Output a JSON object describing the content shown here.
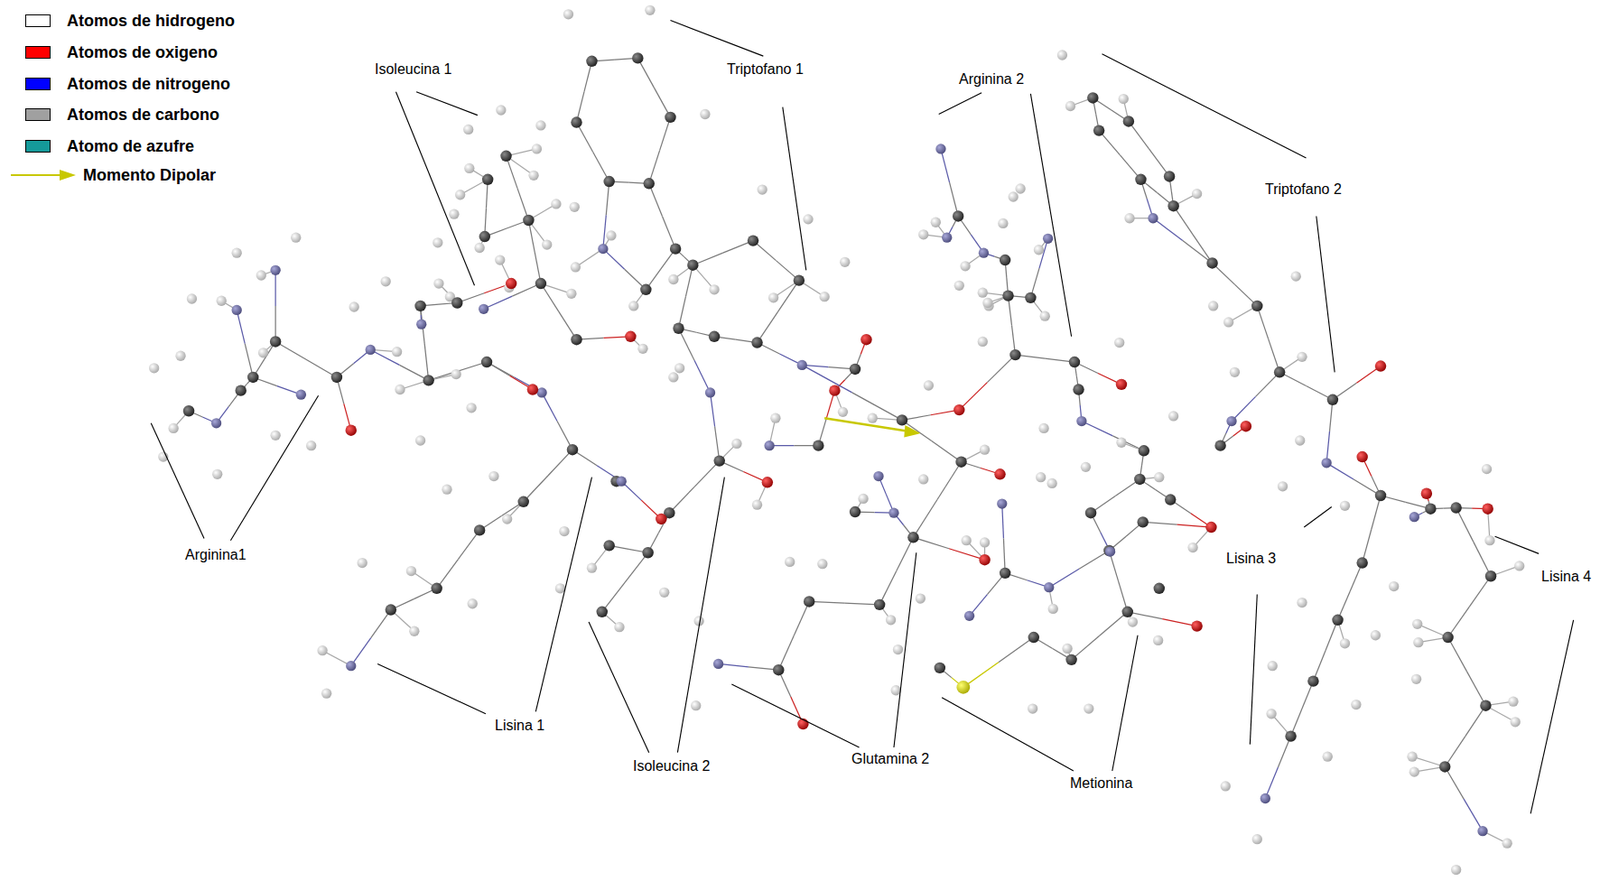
{
  "diagram": {
    "labels": [
      "Isoleucina 1",
      "Triptofano 1",
      "Arginina 2",
      "Triptofano 2",
      "Arginina1",
      "Lisina 1",
      "Isoleucina 2",
      "Glutamina 2",
      "Metionina",
      "Lisina 3",
      "Lisina 4"
    ],
    "legend": [
      {
        "text": "Atomos de hidrogeno",
        "color": "#ffffff"
      },
      {
        "text": "Atomos de oxigeno",
        "color": "#ff0000"
      },
      {
        "text": "Atomos de nitrogeno",
        "color": "#0000ff"
      },
      {
        "text": "Atomos de carbono",
        "color": "#a0a0a0"
      },
      {
        "text": "Atomo de azufre",
        "color": "#159a9a"
      },
      {
        "text": "Momento Dipolar"
      }
    ]
  }
}
